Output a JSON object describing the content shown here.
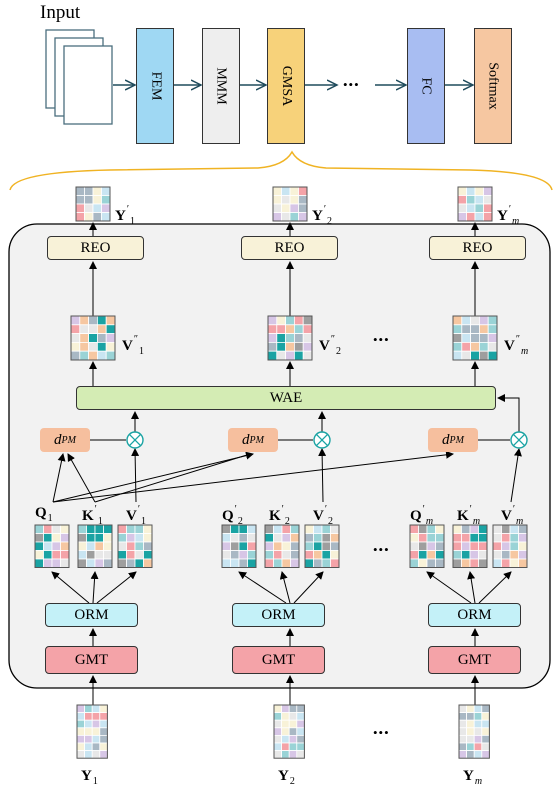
{
  "top_row": {
    "input_label": "Input",
    "modules": [
      "FEM",
      "MMM",
      "GMSA",
      "FC",
      "Softmax"
    ],
    "module_colors": [
      "#9fd8f3",
      "#eeeeee",
      "#f7d27a",
      "#a8bdf2",
      "#f6c7a1"
    ],
    "ellipsis": "•••"
  },
  "gmsa_block": {
    "reo": "REO",
    "wae": "WAE",
    "orm": "ORM",
    "gmt": "GMT",
    "dpm_base": "d",
    "dpm_sub": "PM",
    "columns": [
      {
        "y_out": "Y",
        "y_out_sub": "1",
        "y_out_sup": "′",
        "v2": "V",
        "v2_sub": "1",
        "v2_sup": "″",
        "q": "Q",
        "q_sub": "1",
        "k": "K",
        "k_sub": "1",
        "k_sup": "′",
        "v1": "V",
        "v1_sub": "1",
        "v1_sup": "′",
        "y_in": "Y",
        "y_in_sub": "1"
      },
      {
        "y_out": "Y",
        "y_out_sub": "2",
        "y_out_sup": "′",
        "v2": "V",
        "v2_sub": "2",
        "v2_sup": "″",
        "q": "Q",
        "q_sub": "2",
        "q_sup": "′",
        "k": "K",
        "k_sub": "2",
        "k_sup": "′",
        "v1": "V",
        "v1_sub": "2",
        "v1_sup": "′",
        "y_in": "Y",
        "y_in_sub": "2"
      },
      {
        "y_out": "Y",
        "y_out_sub": "m",
        "y_out_sup": "′",
        "v2": "V",
        "v2_sub": "m",
        "v2_sup": "″",
        "q": "Q",
        "q_sub": "m",
        "q_sup": "′",
        "k": "K",
        "k_sub": "m",
        "k_sup": "′",
        "v1": "V",
        "v1_sub": "m",
        "v1_sup": "′",
        "y_in": "Y",
        "y_in_sub": "m"
      }
    ],
    "ellipsis": "•••"
  },
  "colors": {
    "reo_fill": "#f8f2d8",
    "wae_fill": "#d4ecb4",
    "orm_fill": "#c4f1f8",
    "gmt_fill": "#f4a3a8",
    "block_fill": "#f2f2f2",
    "brace": "#f0b323",
    "otimes": "#1aa3a3"
  }
}
